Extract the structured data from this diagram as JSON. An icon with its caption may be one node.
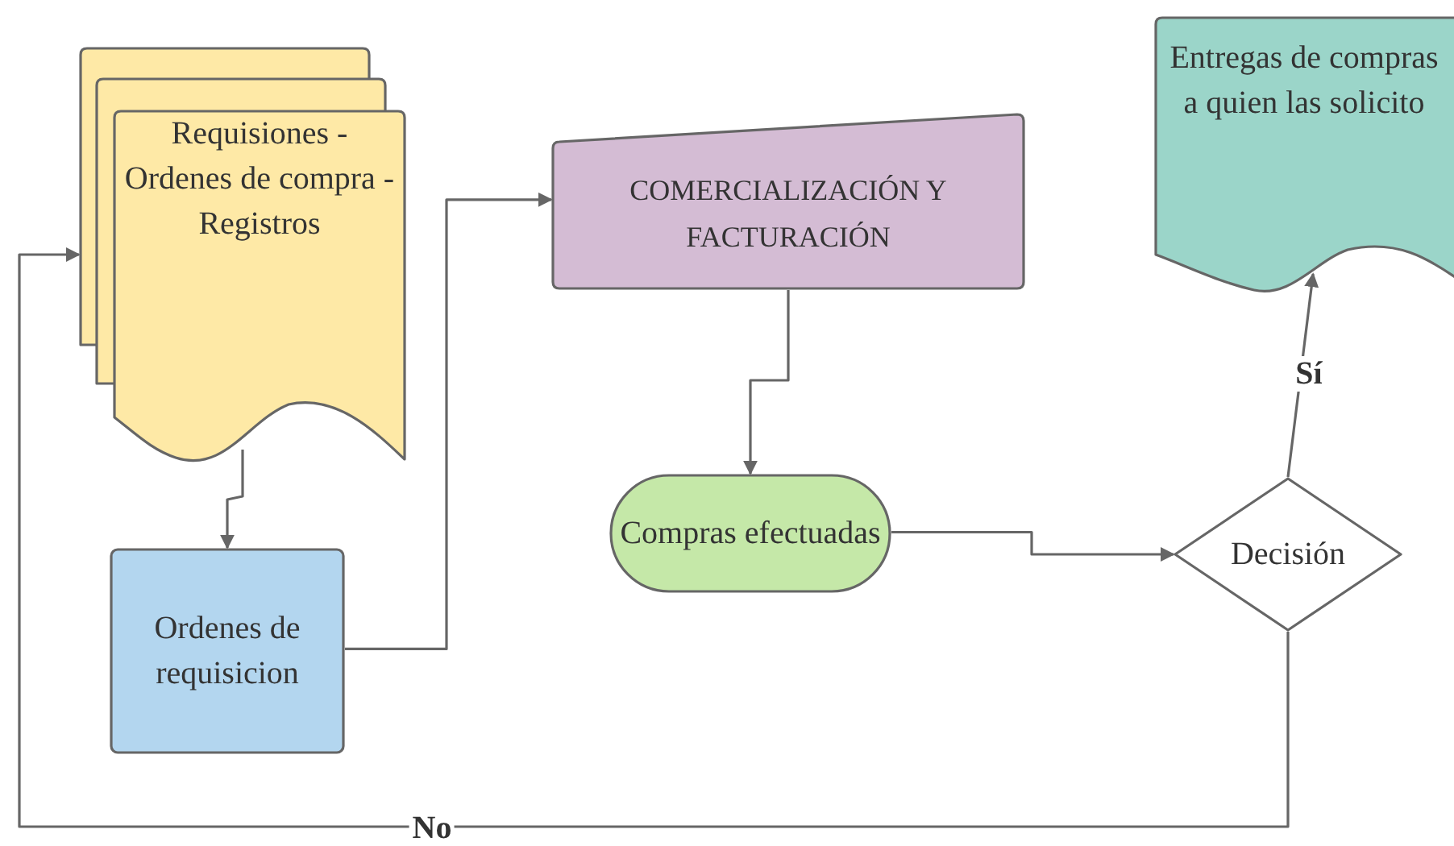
{
  "diagram": {
    "nodes": [
      {
        "text": [
          "Requisiones - Ordenes de compra - Registros"
        ]
      },
      {
        "text": [
          "Ordenes de requisicion"
        ]
      },
      {
        "text": [
          "COMERCIALIZACIÓN Y FACTURACIÓN"
        ]
      },
      {
        "text": [
          "Compras efectuadas"
        ]
      },
      {
        "text": [
          "Decisión"
        ]
      },
      {
        "text": [
          "Entregas de compras a quien las solicito"
        ]
      }
    ],
    "edges": [
      {
        "from": 0,
        "to": 1,
        "arrow": "to"
      },
      {
        "from": 1,
        "to": 2,
        "arrow": "to"
      },
      {
        "from": 2,
        "to": 3,
        "arrow": "to"
      },
      {
        "from": 3,
        "to": 4,
        "arrow": "to"
      },
      {
        "from": 4,
        "to": 5,
        "arrow": "to",
        "label": "Sí"
      },
      {
        "from": 4,
        "to": 0,
        "arrow": "to",
        "label": "No"
      }
    ]
  }
}
